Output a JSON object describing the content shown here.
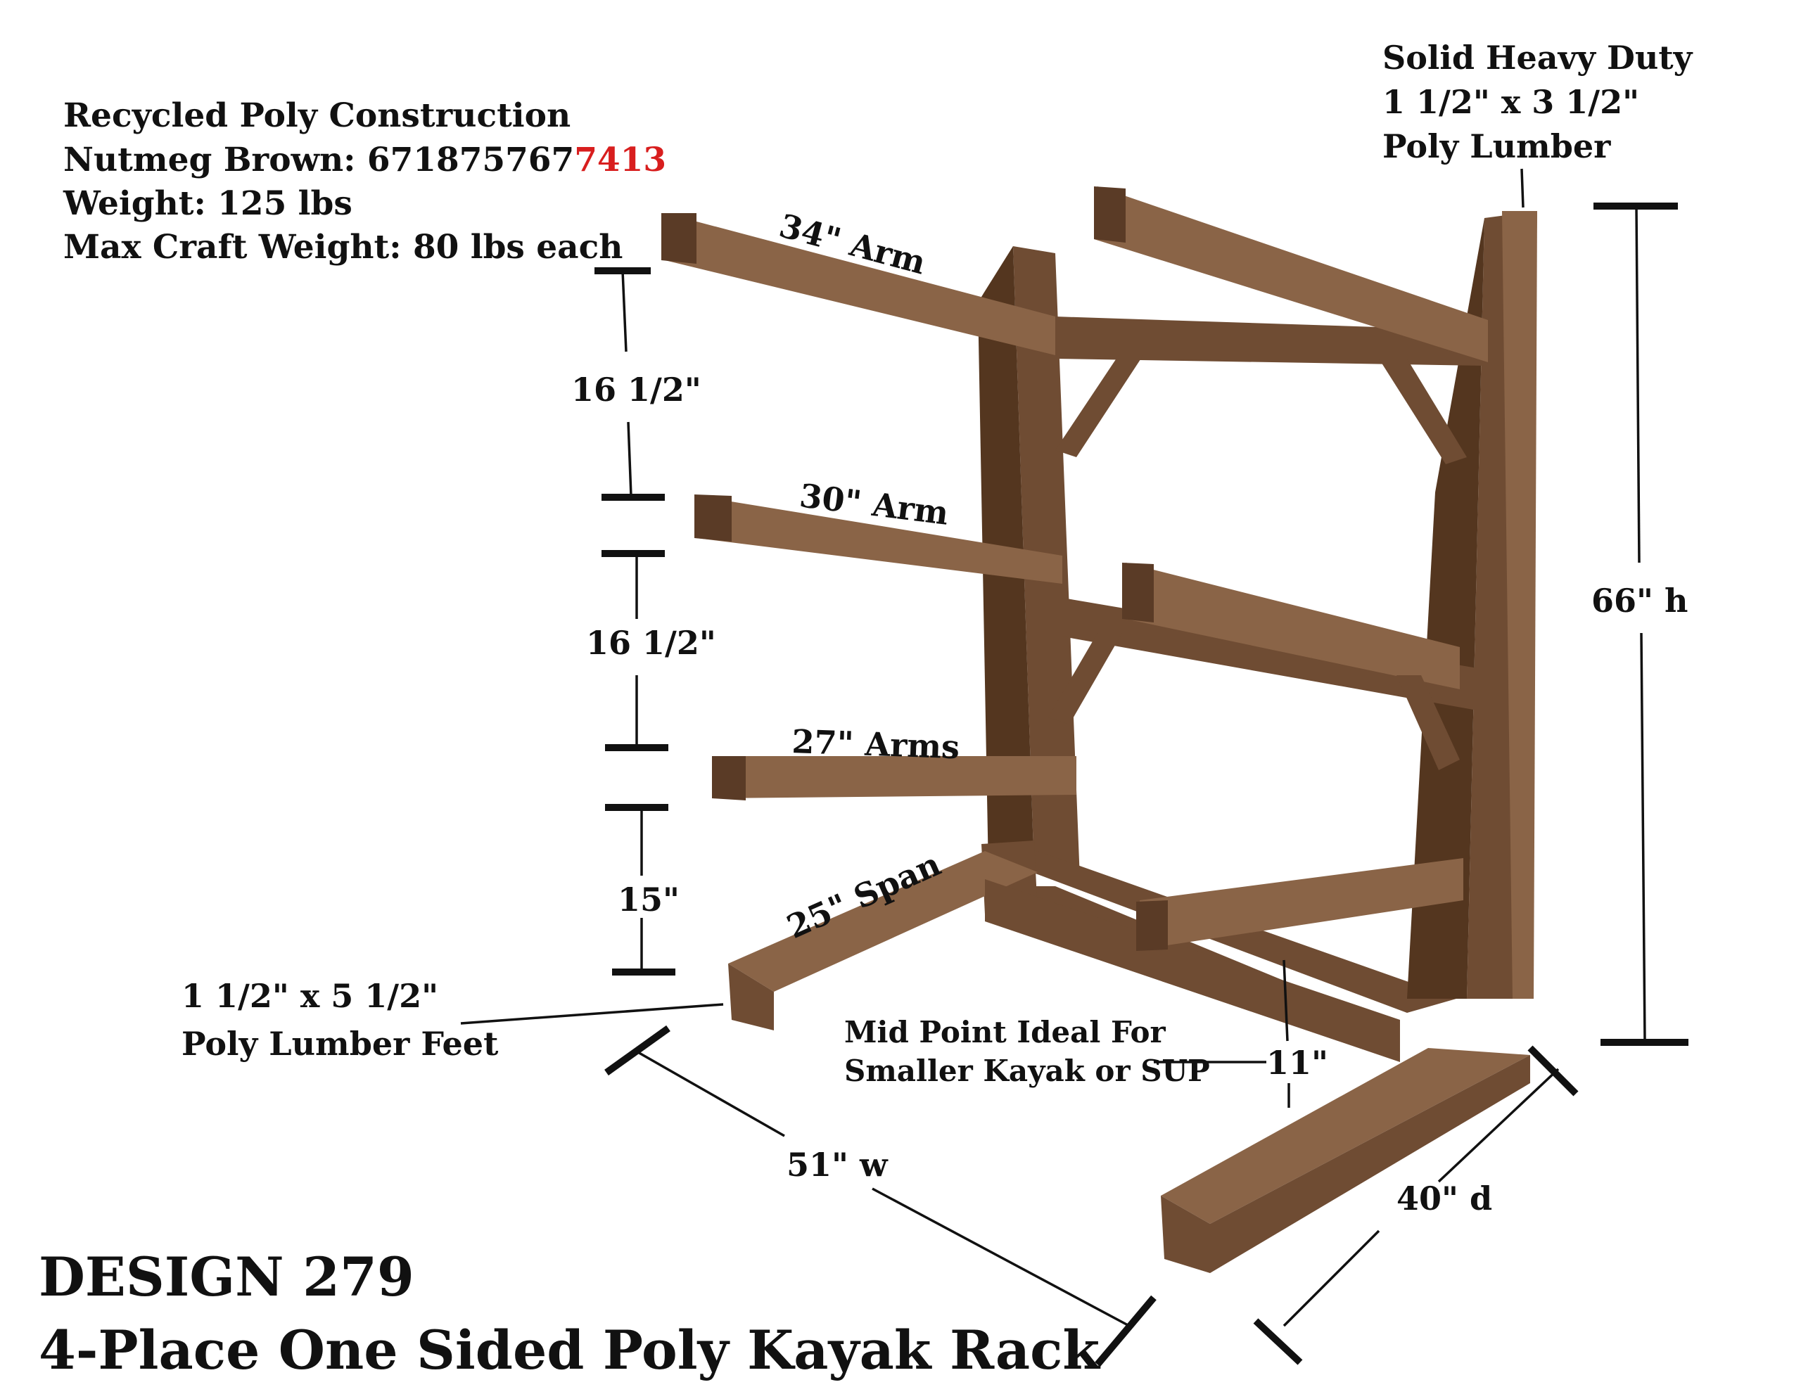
{
  "specs": {
    "line1": "Recycled Poly Construction",
    "line2_prefix": "Nutmeg Brown: 671875767",
    "line2_highlight": "7413",
    "line3": "Weight:  125 lbs",
    "line4": "Max Craft Weight: 80 lbs each"
  },
  "callout_top_right": {
    "line1": "Solid Heavy Duty",
    "line2": "1 1/2\" x 3 1/2\"",
    "line3": "Poly Lumber"
  },
  "arm_labels": {
    "arm34": "34\" Arm",
    "arm30": "30\" Arm",
    "arm27": "27\" Arms",
    "span25": "25\" Span"
  },
  "spacing": {
    "s1": "16 1/2\"",
    "s2": "16 1/2\"",
    "s3": "15\""
  },
  "height_label": "66\" h",
  "feet_callout": {
    "line1": "1 1/2\" x 5 1/2\"",
    "line2": "Poly Lumber Feet"
  },
  "midpoint_callout": {
    "line1": "Mid Point Ideal For",
    "line2": "Smaller Kayak or SUP",
    "value": "11\""
  },
  "width_label": "51\" w",
  "depth_label": "40\" d",
  "title": {
    "line1": "DESIGN 279",
    "line2": "4-Place One Sided Poly Kayak Rack"
  },
  "colors": {
    "wood": "#7a5539",
    "highlight_red": "#d81e1e",
    "ink": "#111111"
  }
}
